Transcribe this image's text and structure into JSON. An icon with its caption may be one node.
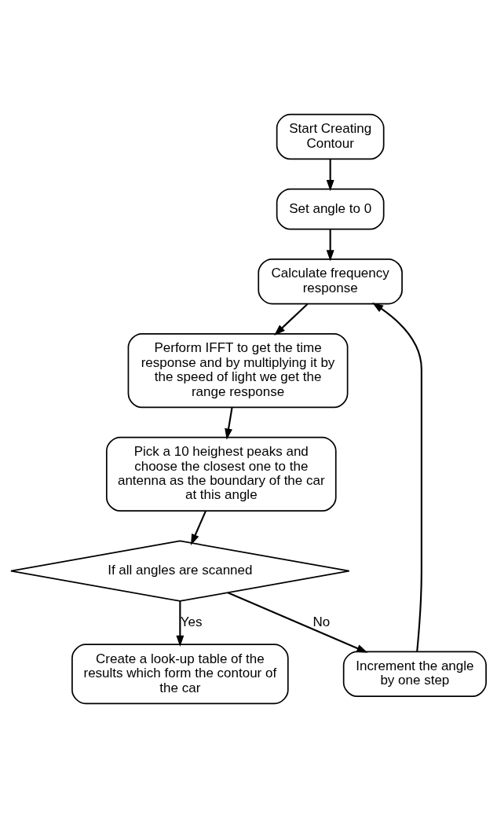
{
  "diagram": {
    "nodes": [
      {
        "text": [
          "Start Creating Contour"
        ]
      },
      {
        "text": [
          "Set angle to 0"
        ]
      },
      {
        "text": [
          "Calculate frequency response"
        ]
      },
      {
        "text": [
          "Perform IFFT to get the time response and by multiplying it by the speed of light we get the range response"
        ]
      },
      {
        "text": [
          "Pick a 10 heighest peaks and choose the closest one to the antenna as the boundary of the car at this angle"
        ]
      },
      {
        "text": [
          "If all angles are scanned"
        ]
      },
      {
        "text": [
          "Create a look-up table of the results which form the contour of the car"
        ]
      },
      {
        "text": [
          "Increment the angle by one step"
        ]
      }
    ],
    "edges": [
      {
        "from": 0,
        "to": 1,
        "arrow": "to"
      },
      {
        "from": 1,
        "to": 2,
        "arrow": "to"
      },
      {
        "from": 2,
        "to": 3,
        "arrow": "to"
      },
      {
        "from": 3,
        "to": 4,
        "arrow": "to"
      },
      {
        "from": 4,
        "to": 5,
        "arrow": "to"
      },
      {
        "from": 5,
        "to": 6,
        "label": "Yes",
        "arrow": "to"
      },
      {
        "from": 5,
        "to": 7,
        "label": "No",
        "arrow": "to"
      },
      {
        "from": 7,
        "to": 2,
        "arrow": "to"
      }
    ]
  }
}
